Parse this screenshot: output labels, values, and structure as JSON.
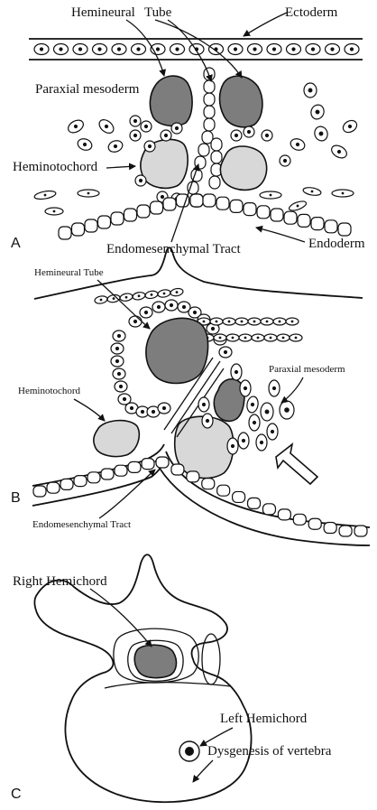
{
  "panel_a": {
    "letter": "A",
    "labels": {
      "hemineural": "Hemineural",
      "tube": "Tube",
      "ectoderm": "Ectoderm",
      "paraxial_mesoderm": "Paraxial mesoderm",
      "heminotochord": "Heminotochord",
      "endomesenchymal_tract": "Endomesenchymal Tract",
      "endoderm": "Endoderm"
    }
  },
  "panel_b": {
    "letter": "B",
    "labels": {
      "hemineural_tube": "Hemineural  Tube",
      "heminotochord": "Heminotochord",
      "paraxial_mesoderm": "Paraxial mesoderm",
      "endomesenchymal_tract": "Endomesenchymal Tract"
    }
  },
  "panel_c": {
    "letter": "C",
    "labels": {
      "right_hemichord": "Right Hemichord",
      "left_hemichord": "Left Hemichord",
      "dysgenesis": "Dysgenesis of vertebra"
    }
  },
  "colors": {
    "dark_fill": "#7d7d7d",
    "light_fill": "#d8d8d8",
    "line": "#111111"
  }
}
